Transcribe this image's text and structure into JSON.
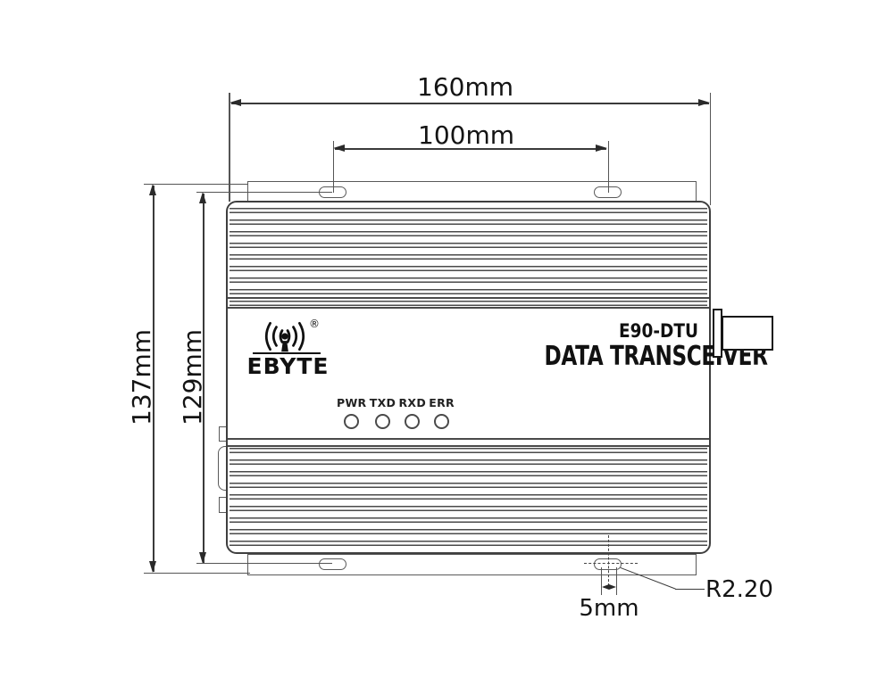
{
  "drawing": {
    "dimensions": {
      "overall_width": "160mm",
      "hole_spacing": "100mm",
      "overall_height": "137mm",
      "body_height": "129mm",
      "slot_width": "5mm",
      "slot_radius": "R2.20"
    },
    "device": {
      "brand": "EBYTE",
      "registered_mark": "®",
      "model": "E90-DTU",
      "product_name": "DATA TRANSCEIVER",
      "led_labels": [
        "PWR",
        "TXD",
        "RXD",
        "ERR"
      ]
    },
    "colors": {
      "background": "#ffffff",
      "outline": "#4f4f4f",
      "dimension_line": "#3a3a3a",
      "text": "#141414"
    }
  }
}
